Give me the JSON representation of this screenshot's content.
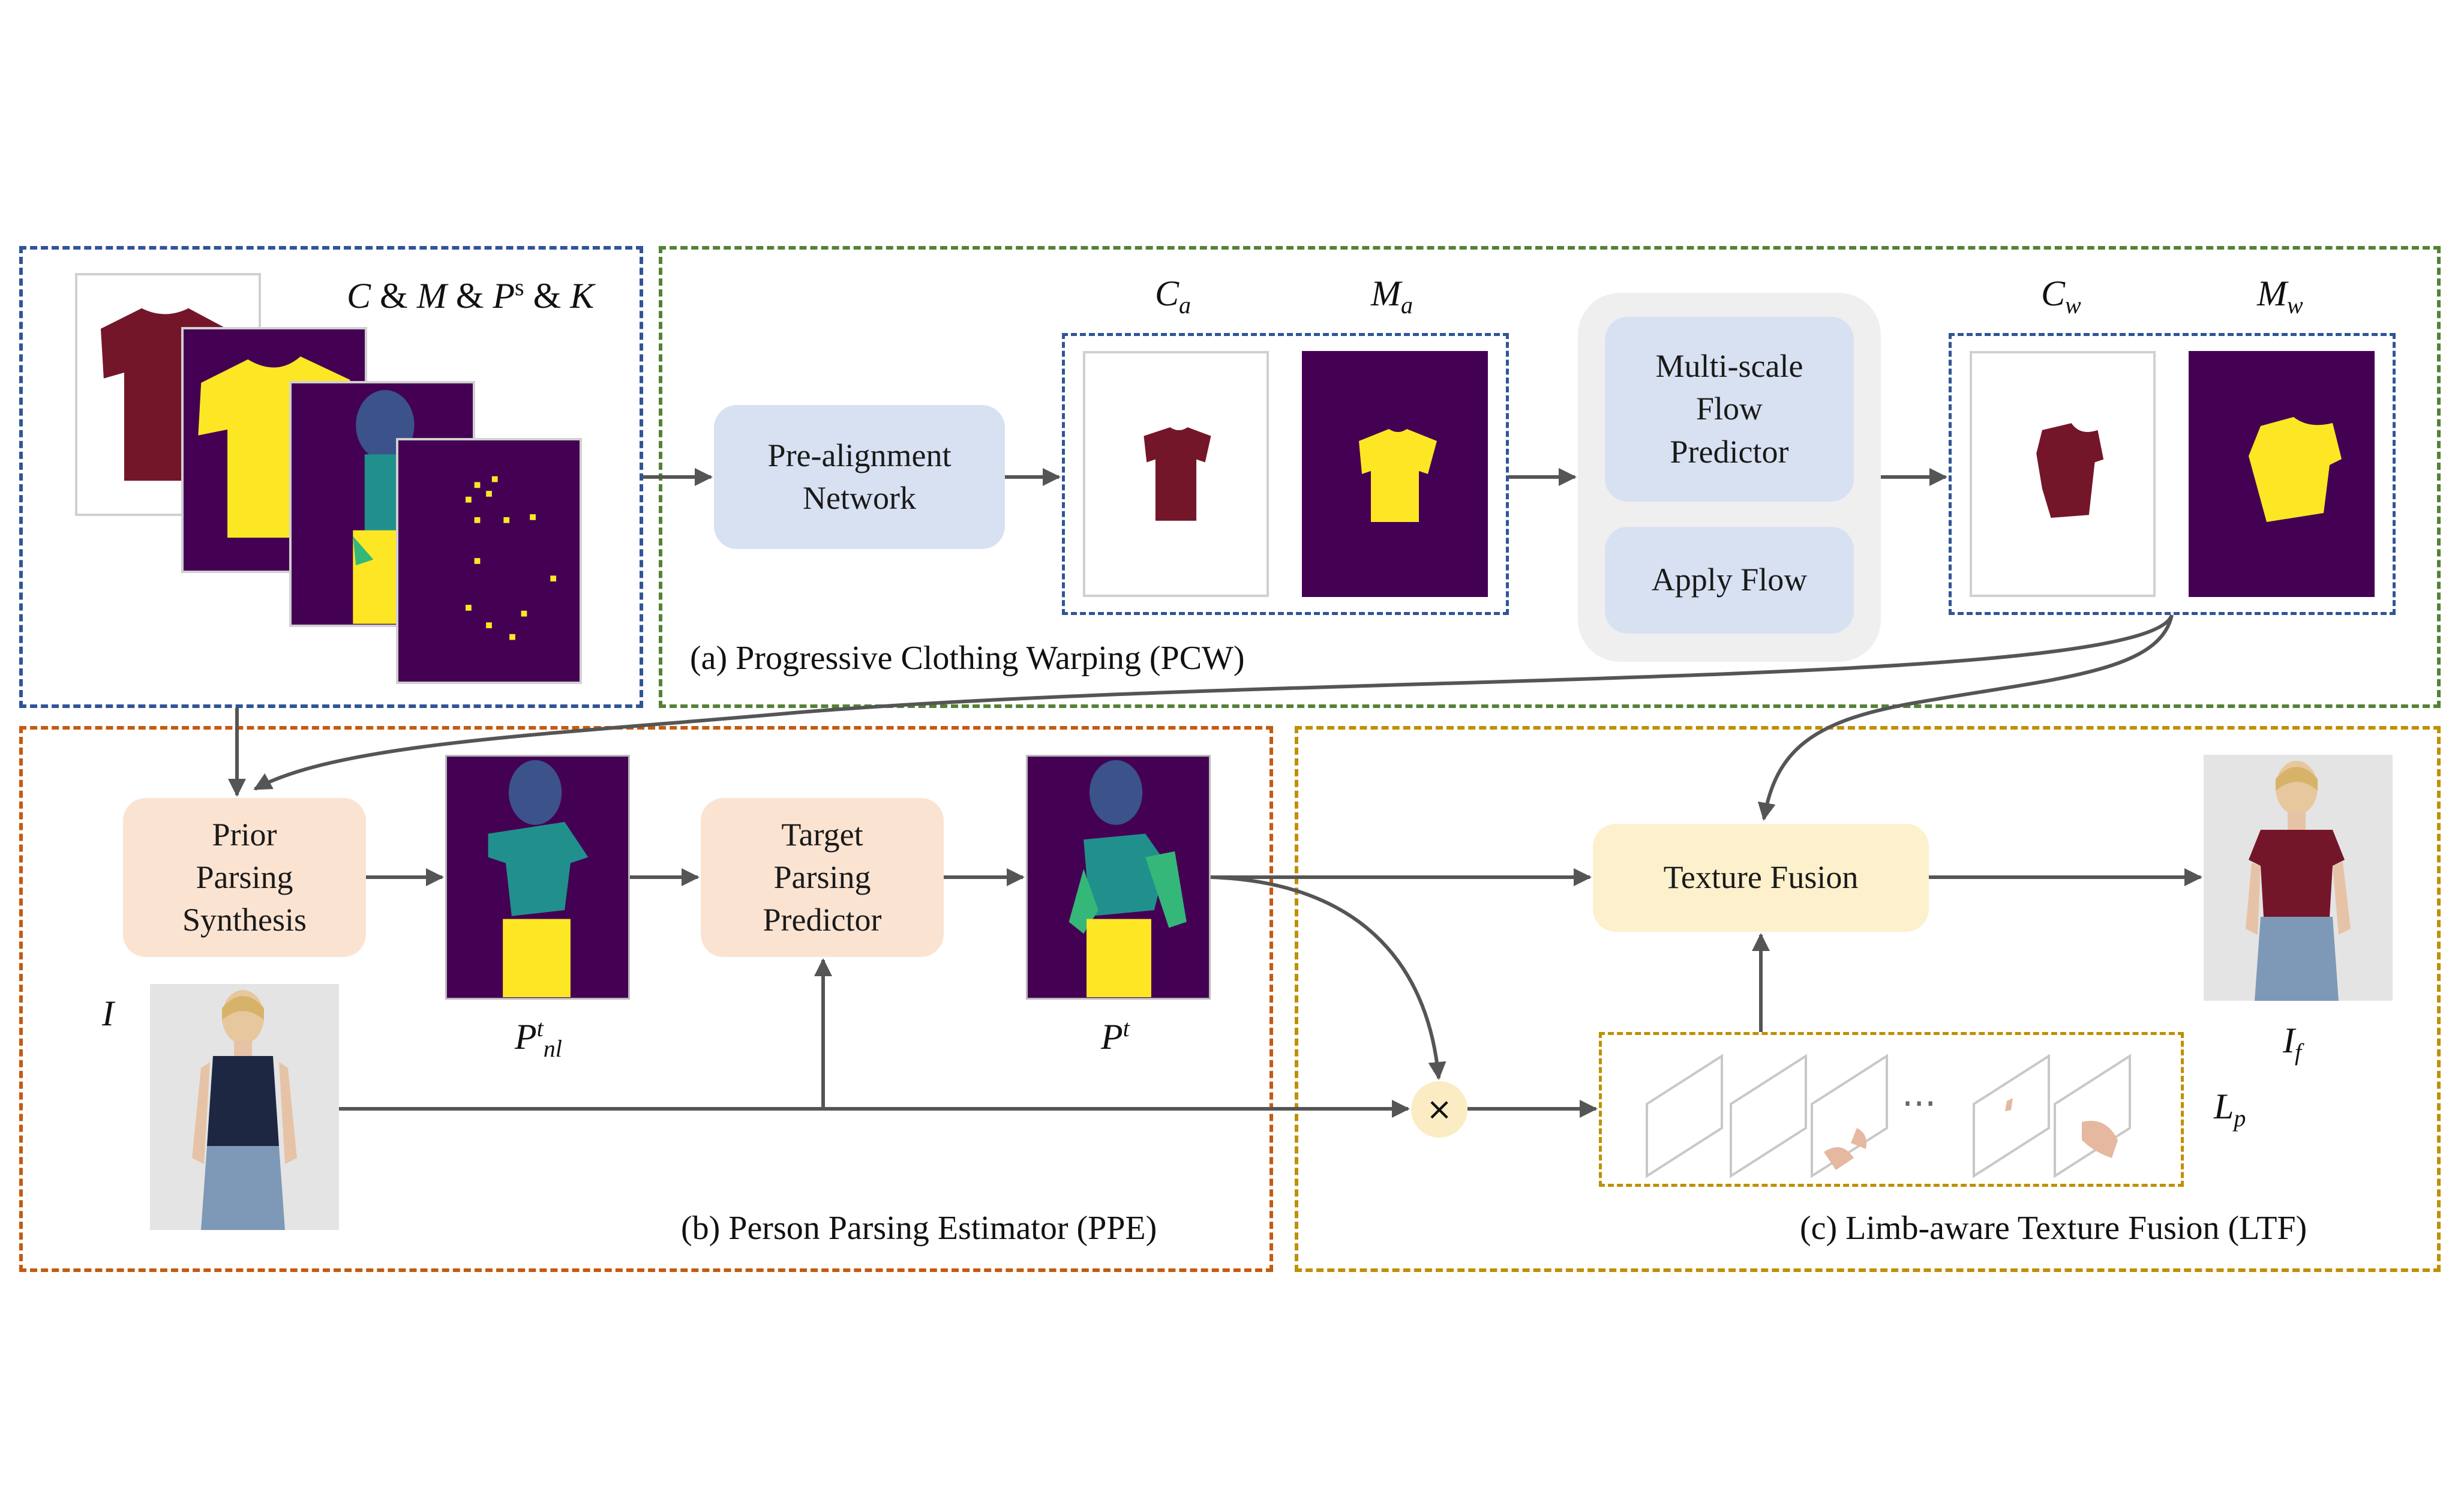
{
  "regions": {
    "inputs": {
      "label": "",
      "color": "#2f5597"
    },
    "pcw": {
      "label": "(a) Progressive Clothing Warping (PCW)",
      "color": "#548235"
    },
    "ppe": {
      "label": "(b) Person Parsing Estimator (PPE)",
      "color": "#c55a11"
    },
    "ltf": {
      "label": "(c) Limb-aware Texture Fusion (LTF)",
      "color": "#bf9000"
    }
  },
  "inputs_label": {
    "parts": [
      "C",
      " & ",
      "M",
      " & ",
      "P",
      "s",
      " & ",
      "K"
    ]
  },
  "nodes": {
    "pre_alignment": "Pre-alignment\nNetwork",
    "multi_scale": "Multi-scale\nFlow\nPredictor",
    "apply_flow": "Apply Flow",
    "prior_parsing": "Prior\nParsing\nSynthesis",
    "target_parsing": "Target\nParsing\nPredictor",
    "texture_fusion": "Texture Fusion"
  },
  "symbols": {
    "ca": {
      "base": "C",
      "sub": "a"
    },
    "ma": {
      "base": "M",
      "sub": "a"
    },
    "cw": {
      "base": "C",
      "sub": "w"
    },
    "mw": {
      "base": "M",
      "sub": "w"
    },
    "pnl": {
      "base": "P",
      "sup": "t",
      "sub": "nl"
    },
    "pt": {
      "base": "P",
      "sup": "t"
    },
    "i": {
      "base": "I"
    },
    "if": {
      "base": "I",
      "sub": "f"
    },
    "lp": {
      "base": "L",
      "sub": "p"
    }
  },
  "operator": "×",
  "ellipsis": "···",
  "colors": {
    "shirt": "#74162a",
    "mask_bg": "#440154",
    "mask_yellow": "#fde725",
    "parse_teal": "#21908d",
    "parse_green": "#35b779",
    "parse_blue": "#3b528b",
    "arrow": "#555555"
  }
}
